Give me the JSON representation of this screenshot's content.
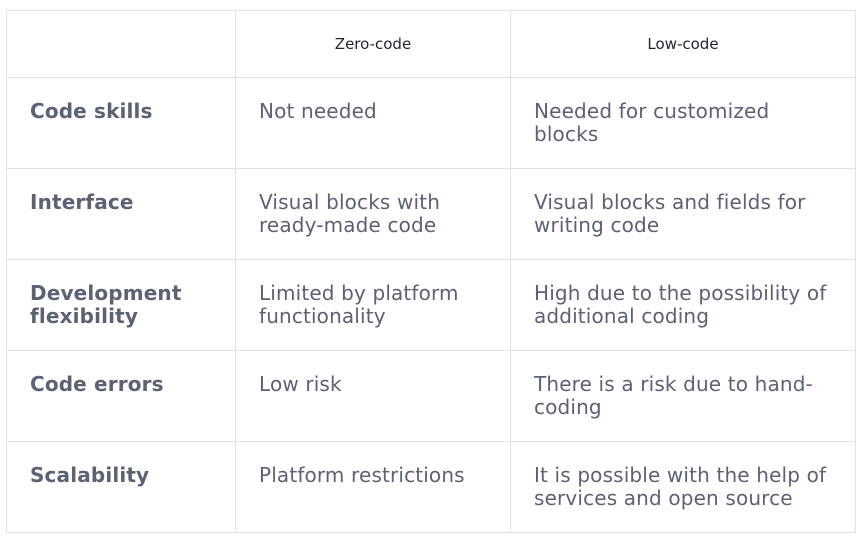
{
  "table": {
    "headers": [
      "",
      "Zero-code",
      "Low-code"
    ],
    "rows": [
      {
        "label": "Code skills",
        "zero_code": "Not needed",
        "low_code": "Needed for customized blocks"
      },
      {
        "label": "Interface",
        "zero_code": "Visual blocks with ready-made code",
        "low_code": "Visual blocks and fields for writing code"
      },
      {
        "label": "Development flexibility",
        "zero_code": "Limited by platform functionality",
        "low_code": "High due to the possibility of additional coding"
      },
      {
        "label": "Code errors",
        "zero_code": "Low risk",
        "low_code": "There is a risk due to hand-coding"
      },
      {
        "label": "Scalability",
        "zero_code": "Platform restrictions",
        "low_code": "It is possible with the help of services and open source"
      }
    ]
  },
  "colors": {
    "border": "#e3e3e3",
    "body_text": "#5b6275",
    "header_text": "#1f2430"
  }
}
